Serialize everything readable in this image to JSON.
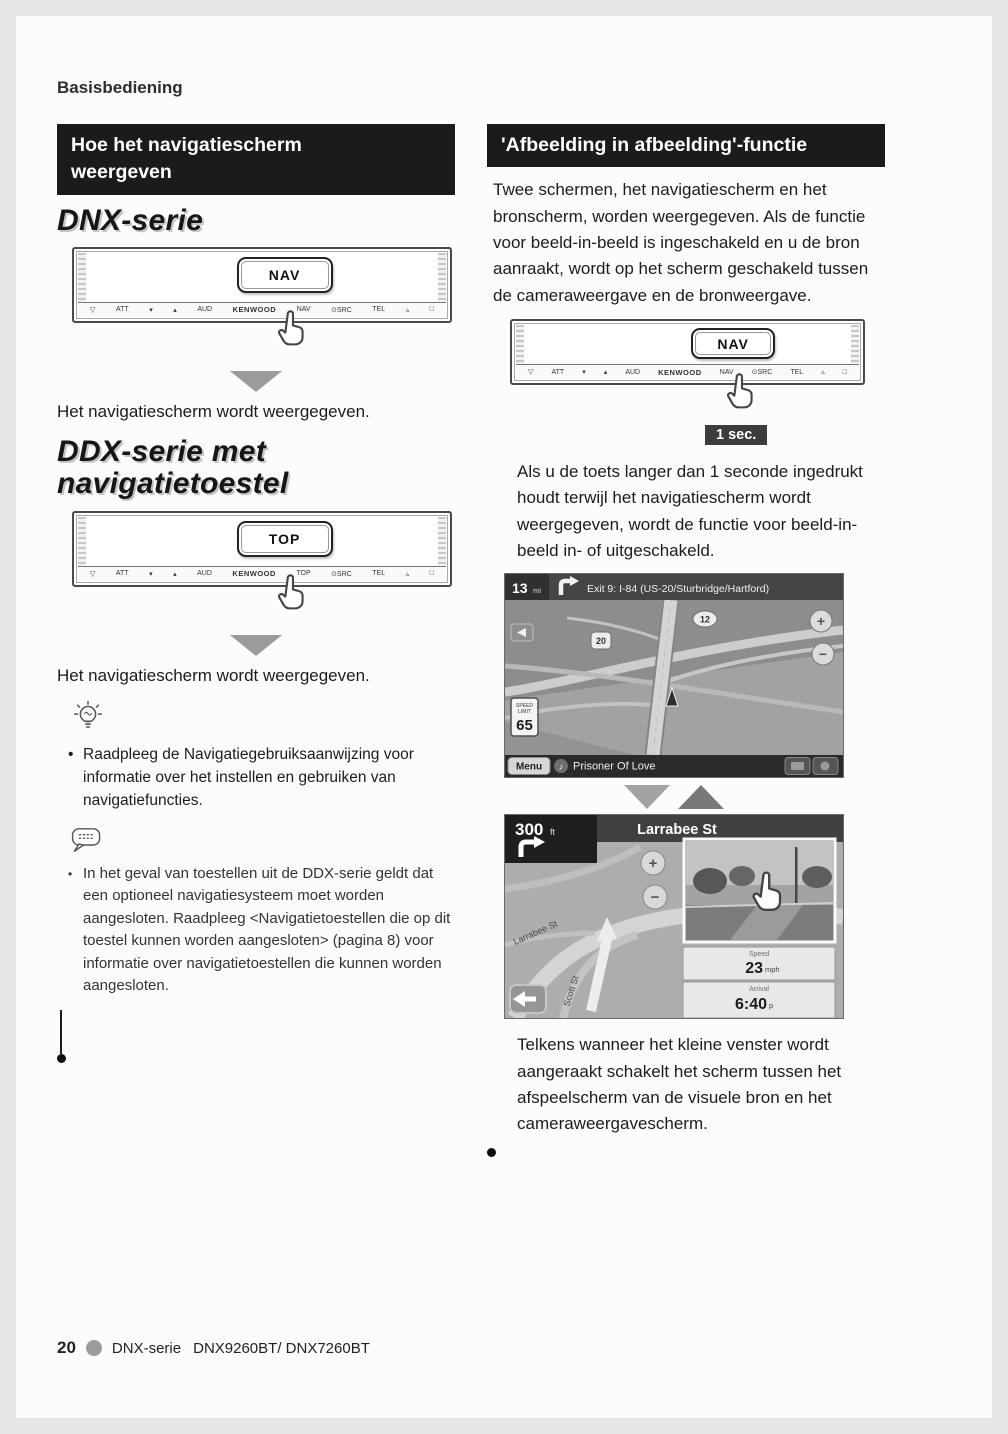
{
  "page": {
    "kicker": "Basisbediening",
    "footer": {
      "page_number": "20",
      "series": "DNX-serie",
      "models": "DNX9260BT/ DNX7260BT"
    }
  },
  "device": {
    "nav_button": "NAV",
    "top_button": "TOP",
    "strip_nav": [
      "▽",
      "ATT",
      "▾",
      "▴",
      "AUD",
      "KENWOOD",
      "NAV",
      "⊙SRC",
      "TEL",
      "▵",
      "□"
    ],
    "strip_top": [
      "▽",
      "ATT",
      "▾",
      "▴",
      "AUD",
      "KENWOOD",
      "TOP",
      "⊙SRC",
      "TEL",
      "▵",
      "□"
    ]
  },
  "left": {
    "section_title": "Hoe het navigatiescherm weergeven",
    "dnx_title": "DNX-serie",
    "ddx_title_line1": "DDX-serie met",
    "ddx_title_line2": "navigatietoestel",
    "result_text": "Het navigatiescherm wordt weergegeven.",
    "tip_text": "Raadpleeg de Navigatiegebruiksaanwijzing voor informatie over het instellen en gebruiken van navigatiefuncties.",
    "note_text": "In het geval van toestellen uit de DDX-serie geldt dat een optioneel navigatiesysteem moet worden aangesloten. Raadpleeg <Navigatietoestellen die op dit toestel kunnen worden aangesloten> (pagina 8) voor informatie over navigatietoestellen die kunnen worden aangesloten."
  },
  "right": {
    "section_title": "'Afbeelding in afbeelding'-functie",
    "intro": "Twee schermen, het navigatiescherm en het bronscherm, worden weergegeven. Als de functie voor beeld-in-beeld is ingeschakeld en u de bron aanraakt, wordt op het scherm geschakeld tussen de cameraweergave en de bronweergave.",
    "hold_badge": "1 sec.",
    "hold_text": "Als u de toets langer dan 1 seconde ingedrukt houdt terwijl het navigatiescherm wordt weergegeven, wordt de functie voor beeld-in-beeld in- of uitgeschakeld.",
    "outro": "Telkens wanneer het kleine venster wordt aangeraakt schakelt het scherm tussen het afspeelscherm van de visuele bron en het cameraweergavescherm.",
    "nav_screen": {
      "distance_value": "13",
      "distance_unit": "mi",
      "exit_text": "Exit 9: I-84 (US-20/Sturbridge/Hartford)",
      "route_shield": "20",
      "route_oval": "12",
      "speed_sign_line1": "SPEED",
      "speed_sign_line2": "LIMIT",
      "speed_sign_value": "65",
      "menu_button": "Menu",
      "music_note": "♪",
      "now_playing": "Prisoner Of Love",
      "zoom_in": "+",
      "zoom_out": "−"
    },
    "pip_screen": {
      "distance_value": "300",
      "distance_unit": "ft",
      "street_title": "Larrabee St",
      "street_label": "Larrabee St",
      "cross_street_label": "Scott St",
      "zoom_in": "+",
      "zoom_out": "−",
      "speed_label": "Speed",
      "speed_value": "23",
      "speed_unit": "mph",
      "arrival_label": "Arrival",
      "arrival_value": "6:40",
      "arrival_unit": "p"
    }
  }
}
